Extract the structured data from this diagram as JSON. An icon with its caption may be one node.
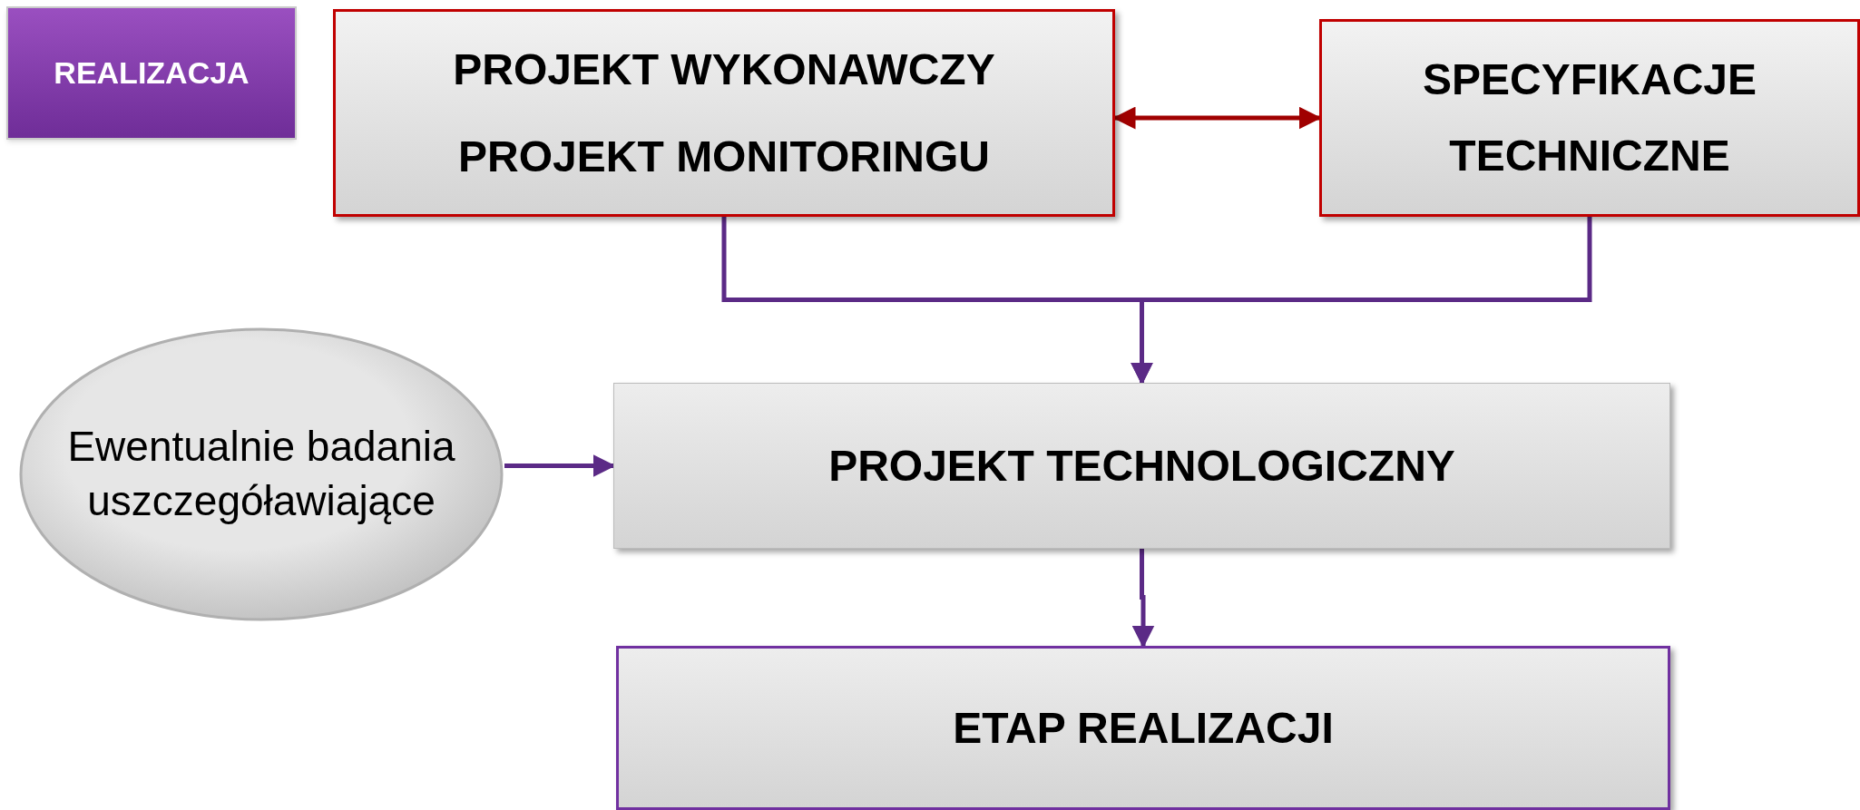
{
  "diagram": {
    "nodes": [
      {
        "text": [
          "REALIZACJA"
        ]
      },
      {
        "text": [
          "PROJEKT WYKONAWCZY",
          "PROJEKT MONITORINGU"
        ]
      },
      {
        "text": [
          "SPECYFIKACJE TECHNICZNE"
        ]
      },
      {
        "text": [
          "Ewentualnie badania uszczegóławiające"
        ]
      },
      {
        "text": [
          "PROJEKT TECHNOLOGICZNY"
        ]
      },
      {
        "text": [
          "ETAP REALIZACJI"
        ]
      }
    ],
    "edges": [
      {
        "from": 1,
        "to": 2,
        "arrow": "both",
        "color": "#a00000"
      },
      {
        "from": 1,
        "to": 4,
        "arrow": "to"
      },
      {
        "from": 2,
        "to": 4,
        "arrow": "to"
      },
      {
        "from": 3,
        "to": 4,
        "arrow": "to"
      },
      {
        "from": 4,
        "to": 5,
        "arrow": "to"
      }
    ]
  }
}
